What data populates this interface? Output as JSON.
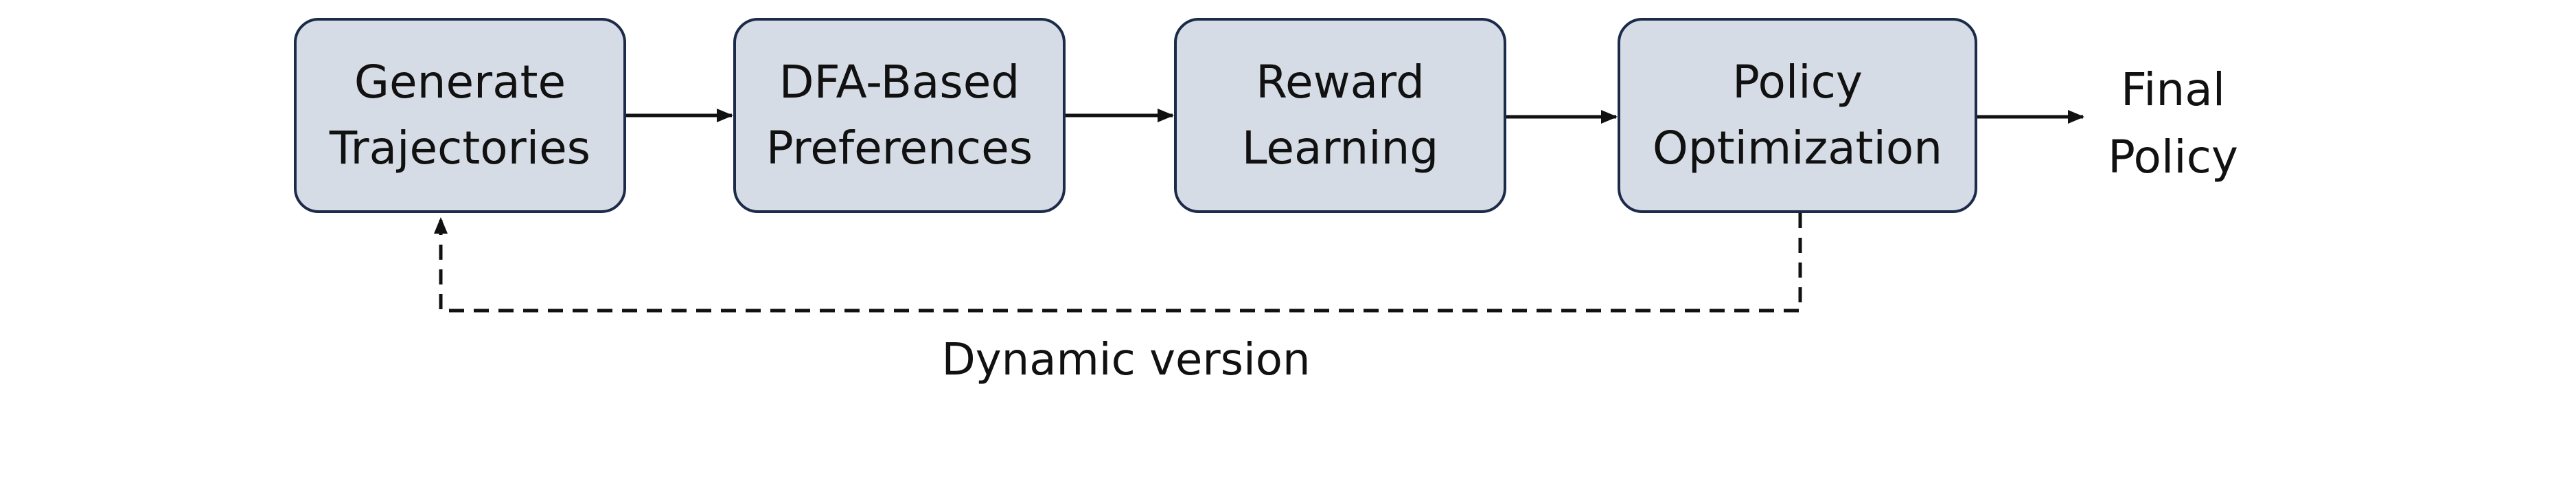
{
  "diagram": {
    "nodes": [
      {
        "id": "generate",
        "lines": [
          "Generate",
          "Trajectories"
        ]
      },
      {
        "id": "dfa",
        "lines": [
          "DFA-Based",
          "Preferences"
        ]
      },
      {
        "id": "reward",
        "lines": [
          "Reward",
          "Learning"
        ]
      },
      {
        "id": "policy",
        "lines": [
          "Policy",
          "Optimization"
        ]
      }
    ],
    "output": {
      "lines": [
        "Final",
        "Policy"
      ]
    },
    "feedback": {
      "label": "Dynamic version",
      "from": "policy",
      "to": "generate",
      "style": "dashed"
    },
    "edges": [
      {
        "from": "generate",
        "to": "dfa"
      },
      {
        "from": "dfa",
        "to": "reward"
      },
      {
        "from": "reward",
        "to": "policy"
      },
      {
        "from": "policy",
        "to": "output"
      }
    ],
    "colors": {
      "box_fill": "#d6dce5",
      "box_border": "#1c2b4a",
      "arrow": "#111111",
      "text": "#111111"
    }
  }
}
